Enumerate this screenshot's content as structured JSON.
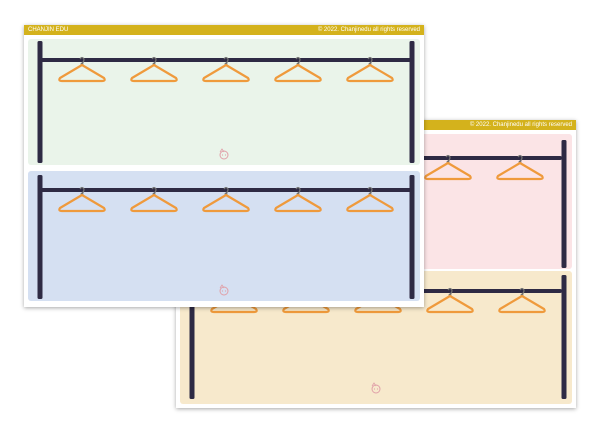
{
  "front_sheet": {
    "brand": "CHANJIN EDU",
    "copyright": "© 2022. Chanjinedu all rights reserved",
    "panels": [
      {
        "background": "#eaf4ea",
        "hanger_count": 5
      },
      {
        "background": "#d5e0f2",
        "hanger_count": 5
      }
    ]
  },
  "back_sheet": {
    "copyright": "© 2022. Chanjinedu all rights reserved",
    "panels": [
      {
        "background": "#fbe4e6",
        "hanger_count": 2
      },
      {
        "background": "#f7e9cc",
        "hanger_count": 5
      }
    ]
  },
  "colors": {
    "header": "#d4b21c",
    "rack": "#2e2a44",
    "hanger": "#ef9a3c",
    "hook": "#707070",
    "mascot": "#e0a0a8"
  },
  "icons": {
    "hanger": "hanger-icon",
    "mascot": "mascot-icon"
  }
}
